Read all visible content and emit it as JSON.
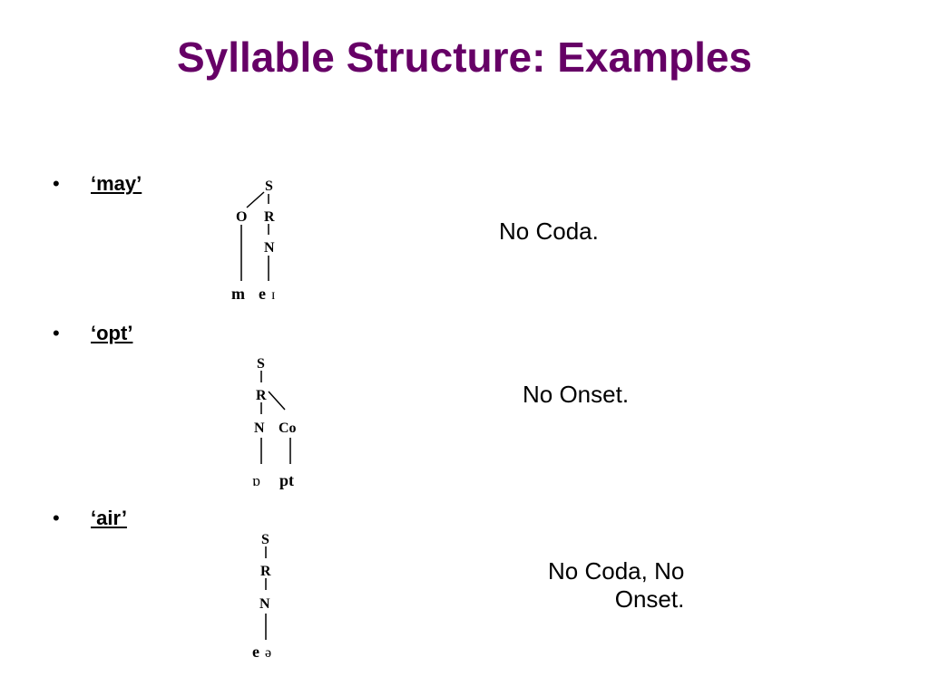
{
  "title": "Syllable Structure: Examples",
  "accent_color": "#660066",
  "examples": [
    {
      "word": "‘may’",
      "note_arrow": "",
      "note": "No Coda.",
      "tree": {
        "S": "S",
        "O": "O",
        "R": "R",
        "N": "N",
        "onset_seg": "m",
        "nucleus_seg": "e",
        "nucleus_seg2": "ɪ"
      }
    },
    {
      "word": "‘opt’",
      "note_arrow": "",
      "note": "No Onset.",
      "tree": {
        "S": "S",
        "R": "R",
        "N": "N",
        "Co": "Co",
        "nucleus_seg": "ɒ",
        "coda_seg": "pt"
      }
    },
    {
      "word": "‘air’",
      "note_arrow": "",
      "note_line1": "No Coda, No",
      "note_line2": "Onset.",
      "tree": {
        "S": "S",
        "R": "R",
        "N": "N",
        "nucleus_seg": "e",
        "nucleus_seg2": "ə"
      }
    }
  ],
  "bullet_char": "•"
}
